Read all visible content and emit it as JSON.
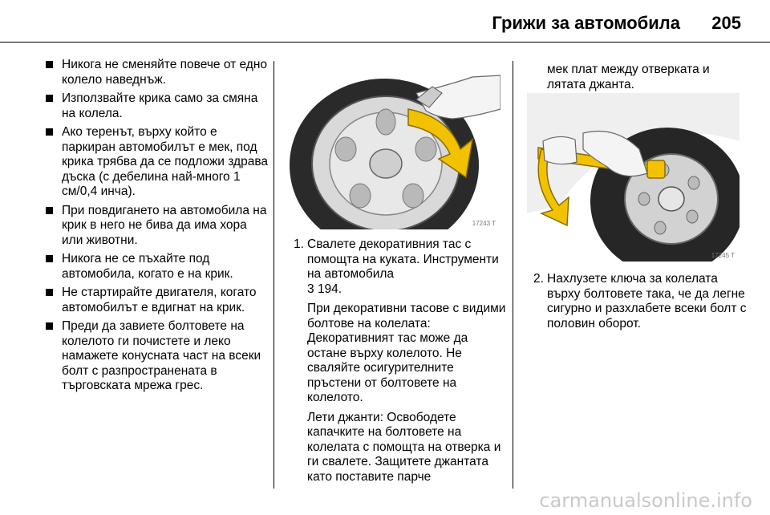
{
  "header": {
    "title": "Грижи за автомобила",
    "page_number": "205"
  },
  "col1": {
    "bullets": [
      "Никога не сменяйте повече от едно колело наведнъж.",
      "Използвайте крика само за смяна на колела.",
      "Ако теренът, върху който е паркиран автомобилът е мек, под крика трябва да се подложи здрава дъска (с дебелина най-много 1 см/0,4 инча).",
      "При повдигането на автомобила на крик в него не бива да има хора или животни.",
      "Никога не се пъхайте под автомобила, когато е на крик.",
      "Не стартирайте двигателя, когато автомобилът е вдигнат на крик.",
      "Преди да завиете болтовете на колелото ги почистете и леко намажете конусната част на всеки болт с разпространената в търговската мрежа грес."
    ]
  },
  "col2": {
    "figure": {
      "code": "17243 T",
      "icon": "wheel-cover-removal-illustration"
    },
    "step": {
      "number": "1.",
      "line1": "Свалете декоративния тас с помощта на куката. Инструменти на автомобила",
      "ref_icon": "3",
      "ref_page": "194.",
      "para2": "При декоративни тасове с видими болтове на колелата: Декоративният тас може да остане върху колелото. Не сваляйте осигурителните пръстени от болтовете на колелото.",
      "para3": "Лети джанти: Освободете капачките на болтовете на колелата с помощта на отверка и ги свалете. Защитете джантата като поставите парче"
    }
  },
  "col3": {
    "continuation": "мек плат между отверката и лятата джанта.",
    "figure": {
      "code": "17245 T",
      "icon": "wheel-wrench-loosening-illustration"
    },
    "step": {
      "number": "2.",
      "text": "Нахлузете ключа за колелата върху болтовете така, че да легне сигурно и разхлабете всеки болт с половин оборот."
    }
  },
  "watermark": "carmanualsonline.info"
}
